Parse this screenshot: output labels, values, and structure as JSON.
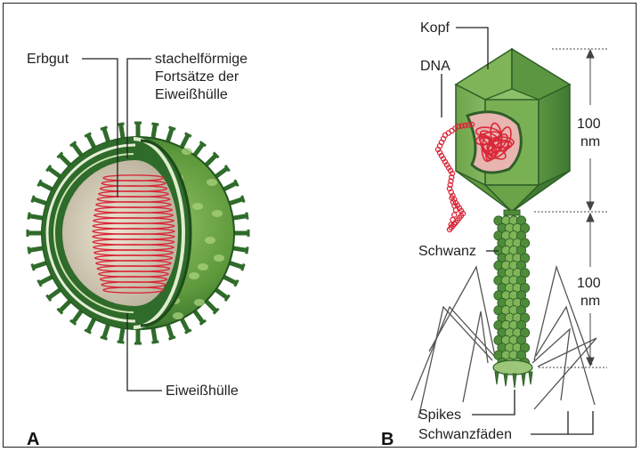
{
  "panel_a": {
    "letter": "A",
    "labels": {
      "erbgut": "Erbgut",
      "fortsaetze_1": "stachelförmige",
      "fortsaetze_2": "Fortsätze der",
      "fortsaetze_3": "Eiweißhülle",
      "eiweisshuelle": "Eiweißhülle"
    }
  },
  "panel_b": {
    "letter": "B",
    "labels": {
      "kopf": "Kopf",
      "dna": "DNA",
      "schwanz": "Schwanz",
      "spikes": "Spikes",
      "schwanzfaeden": "Schwanzfäden",
      "dim_top_value": "100",
      "dim_top_unit": "nm",
      "dim_bottom_value": "100",
      "dim_bottom_unit": "nm"
    }
  },
  "colors": {
    "shell_dark": "#2f6b2a",
    "shell_mid": "#5f9a3c",
    "shell_light": "#8fbf63",
    "core": "#d9d2bd",
    "dna_red": "#d9283a",
    "capsid_pink": "#e8b5b0"
  }
}
